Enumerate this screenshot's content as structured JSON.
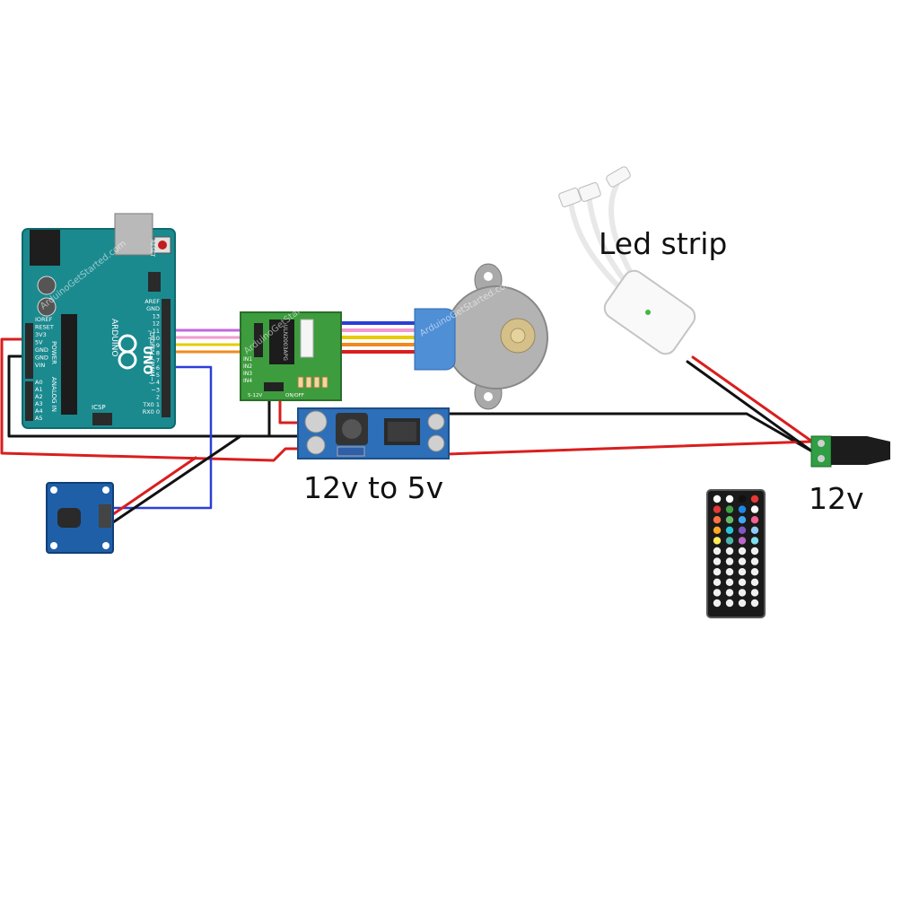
{
  "labels": {
    "led_strip": "Led strip",
    "converter": "12v to 5v",
    "power_input": "12v"
  },
  "arduino": {
    "board_name": "UNO",
    "brand": "ARDUINO",
    "reset_label": "RESET",
    "power_header_label": "POWER",
    "analog_header_label": "ANALOG IN",
    "digital_header_label": "DIGITAL (PWM~)",
    "icsp_label": "ICSP",
    "power_pins": [
      "IOREF",
      "RESET",
      "3V3",
      "5V",
      "GND",
      "GND",
      "VIN"
    ],
    "analog_pins": [
      "A0",
      "A1",
      "A2",
      "A3",
      "A4",
      "A5"
    ],
    "digital_pins": [
      "AREF",
      "GND",
      "13",
      "12",
      "~11",
      "~10",
      "~9",
      "8",
      "7",
      "~6",
      "~5",
      "4",
      "~3",
      "2",
      "TX0 1",
      "RX0 0"
    ]
  },
  "driver_board": {
    "chip": "ULN2003APG",
    "inputs": [
      "IN1",
      "IN2",
      "IN3",
      "IN4"
    ],
    "power_label": "5-12V",
    "switch_label": "ON/OFF"
  },
  "watermark": "ArduinoGetStarted.com",
  "colors": {
    "board_teal": "#1a8a8f",
    "driver_green": "#3d9c3d",
    "converter_blue": "#2d6fb8",
    "wire_red": "#d91e1e",
    "wire_black": "#111111",
    "wire_blue": "#2b3fd6",
    "wire_purple": "#c266e0",
    "wire_pink": "#f29ad0",
    "wire_yellow": "#e6cc00",
    "wire_orange": "#f08a1d"
  }
}
